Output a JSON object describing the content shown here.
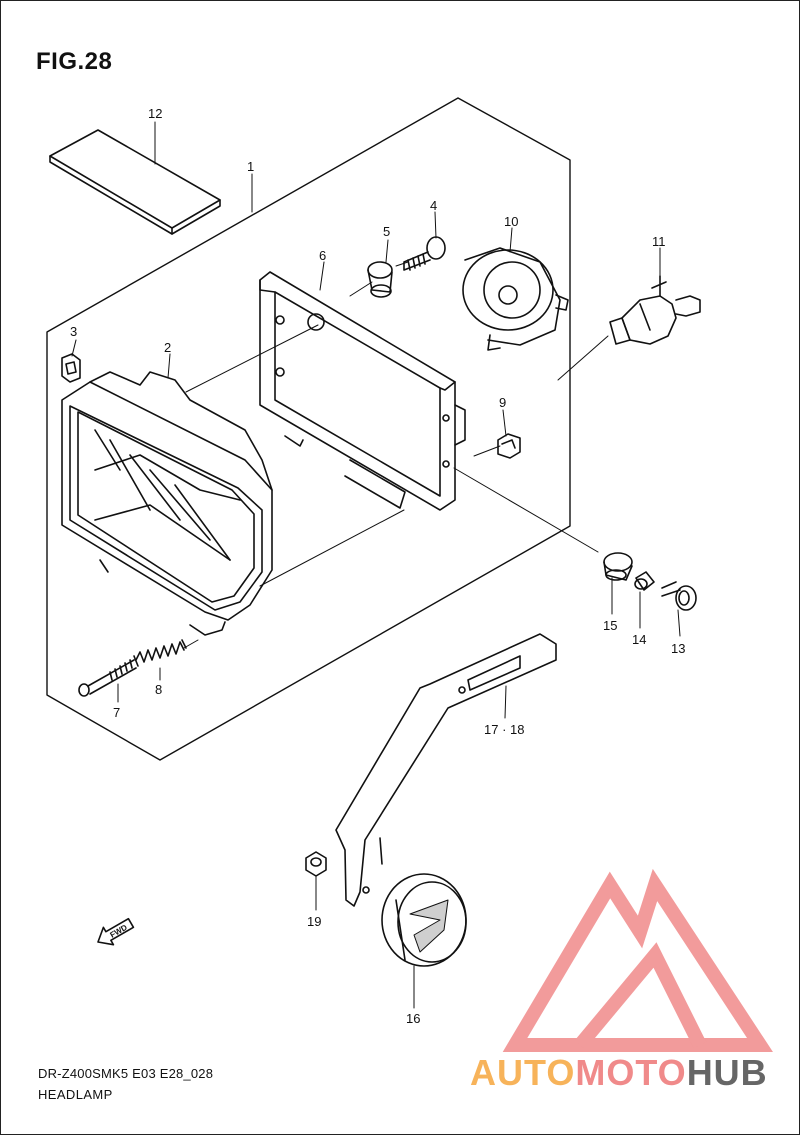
{
  "figure": {
    "title": "FIG.28"
  },
  "footer": {
    "model_code": "DR-Z400SMK5 E03 E28_028",
    "section": "HEADLAMP"
  },
  "watermark": {
    "auto": "AUTO",
    "moto": "MOTO",
    "hub": "HUB",
    "colors": {
      "auto": "#f7b35a",
      "moto": "#f08a8a",
      "hub": "#666666",
      "triangle": "#f08a8a"
    }
  },
  "fwd_label": "FWD",
  "callouts": [
    {
      "id": "part-12",
      "label": "12",
      "part": "decal sheet"
    },
    {
      "id": "part-1",
      "label": "1",
      "part": "headlamp assembly"
    },
    {
      "id": "part-4",
      "label": "4",
      "part": "screw"
    },
    {
      "id": "part-5",
      "label": "5",
      "part": "cushion"
    },
    {
      "id": "part-10",
      "label": "10",
      "part": "bulb socket cover"
    },
    {
      "id": "part-11",
      "label": "11",
      "part": "bulb"
    },
    {
      "id": "part-6",
      "label": "6",
      "part": "housing frame"
    },
    {
      "id": "part-3",
      "label": "3",
      "part": "nut"
    },
    {
      "id": "part-2",
      "label": "2",
      "part": "lens unit"
    },
    {
      "id": "part-9",
      "label": "9",
      "part": "nut"
    },
    {
      "id": "part-15",
      "label": "15",
      "part": "grommet"
    },
    {
      "id": "part-14",
      "label": "14",
      "part": "spacer"
    },
    {
      "id": "part-13",
      "label": "13",
      "part": "bolt"
    },
    {
      "id": "part-8",
      "label": "8",
      "part": "spring"
    },
    {
      "id": "part-7",
      "label": "7",
      "part": "adjust screw"
    },
    {
      "id": "part-17-18",
      "label": "17 · 18",
      "part": "bracket"
    },
    {
      "id": "part-19",
      "label": "19",
      "part": "nut"
    },
    {
      "id": "part-16",
      "label": "16",
      "part": "reflector"
    }
  ]
}
